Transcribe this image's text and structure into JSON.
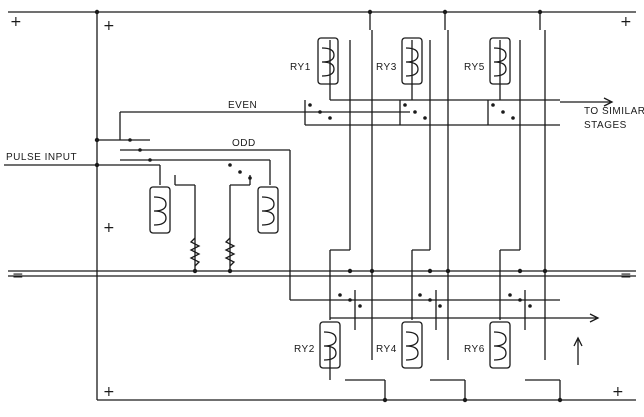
{
  "labels": {
    "pulse_input": "PULSE INPUT",
    "even": "EVEN",
    "odd": "ODD",
    "to_similar_line1": "TO SIMILAR",
    "to_similar_line2": "STAGES",
    "ry1": "RY1",
    "ry2": "RY2",
    "ry3": "RY3",
    "ry4": "RY4",
    "ry5": "RY5",
    "ry6": "RY6",
    "plus": "+",
    "minus": "="
  },
  "colors": {
    "ink": "#1a1a1a",
    "paper": "#ffffff"
  }
}
